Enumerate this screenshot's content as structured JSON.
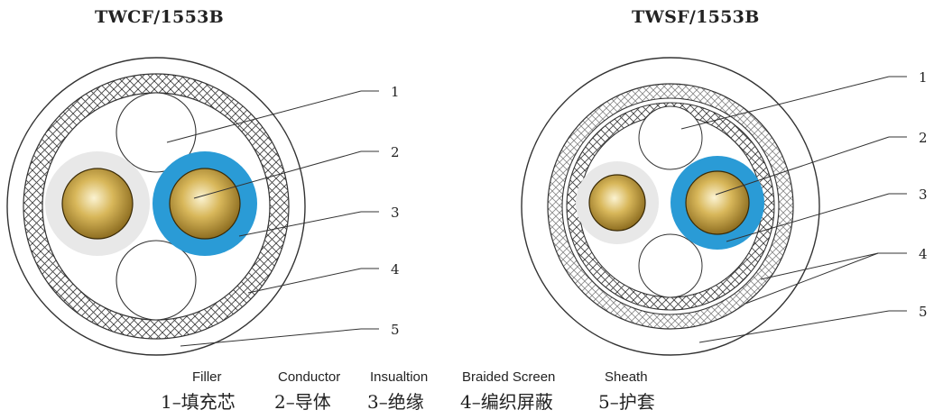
{
  "diagrams": [
    {
      "title": "TWCF/1553B",
      "callouts": [
        "1",
        "2",
        "3",
        "4",
        "5"
      ]
    },
    {
      "title": "TWSF/1553B",
      "callouts": [
        "1",
        "2",
        "3",
        "4",
        "5"
      ]
    }
  ],
  "legend": [
    {
      "en": "Filler",
      "cn": "1–填充芯"
    },
    {
      "en": "Conductor",
      "cn": "2–导体"
    },
    {
      "en": "Insualtion",
      "cn": "3–绝缘"
    },
    {
      "en": "Braided Screen",
      "cn": "4–编织屏蔽"
    },
    {
      "en": "Sheath",
      "cn": "5–护套"
    }
  ],
  "colors": {
    "insulation_blue": "#2a9bd6",
    "conductor_gold": "#c9a544",
    "filler_gray": "#e6e6e6",
    "line": "#333333"
  }
}
